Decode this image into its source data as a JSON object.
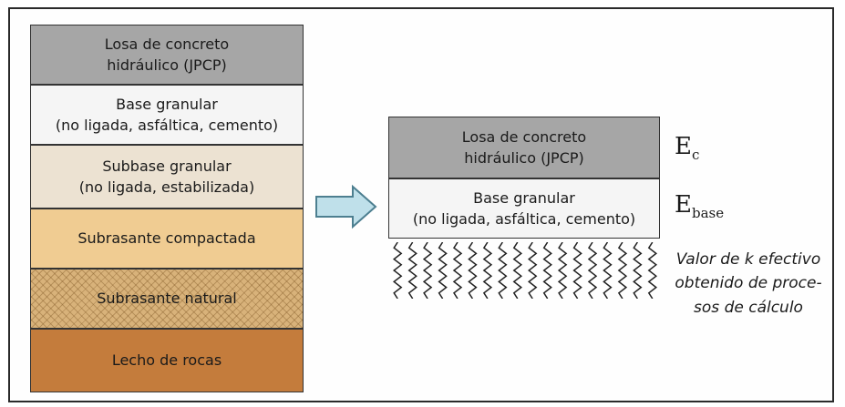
{
  "left_stack": {
    "layers": [
      {
        "name": "losa",
        "line1": "Losa de concreto",
        "line2": "hidráulico (JPCP)",
        "color": "#a6a6a6"
      },
      {
        "name": "base",
        "line1": "Base granular",
        "line2": "(no ligada, asfáltica, cemento)",
        "color": "#f5f5f5"
      },
      {
        "name": "subbase",
        "line1": "Subbase granular",
        "line2": "(no ligada, estabilizada)",
        "color": "#ece2d2"
      },
      {
        "name": "subrasante",
        "line1": "Subrasante compactada",
        "color": "#f0cc92"
      },
      {
        "name": "natural",
        "line1": "Subrasante natural",
        "color": "#d8b27a"
      },
      {
        "name": "rocas",
        "line1": "Lecho de rocas",
        "color": "#c47c3c"
      }
    ]
  },
  "arrow": {
    "icon": "right-arrow-icon",
    "color": "#bfe0ea"
  },
  "right_stack": {
    "layers": [
      {
        "name": "losa",
        "line1": "Losa de concreto",
        "line2": "hidráulico (JPCP)",
        "symbol": "E",
        "symbol_sub": "c"
      },
      {
        "name": "base",
        "line1": "Base granular",
        "line2": "(no ligada, asfáltica, cemento)",
        "symbol": "E",
        "symbol_sub": "base"
      }
    ],
    "springs": {
      "icon": "spring-icon",
      "count": 18
    },
    "note": {
      "line1": "Valor de k efectivo",
      "line2": "obtenido de proce-",
      "line3": "sos de cálculo"
    }
  }
}
